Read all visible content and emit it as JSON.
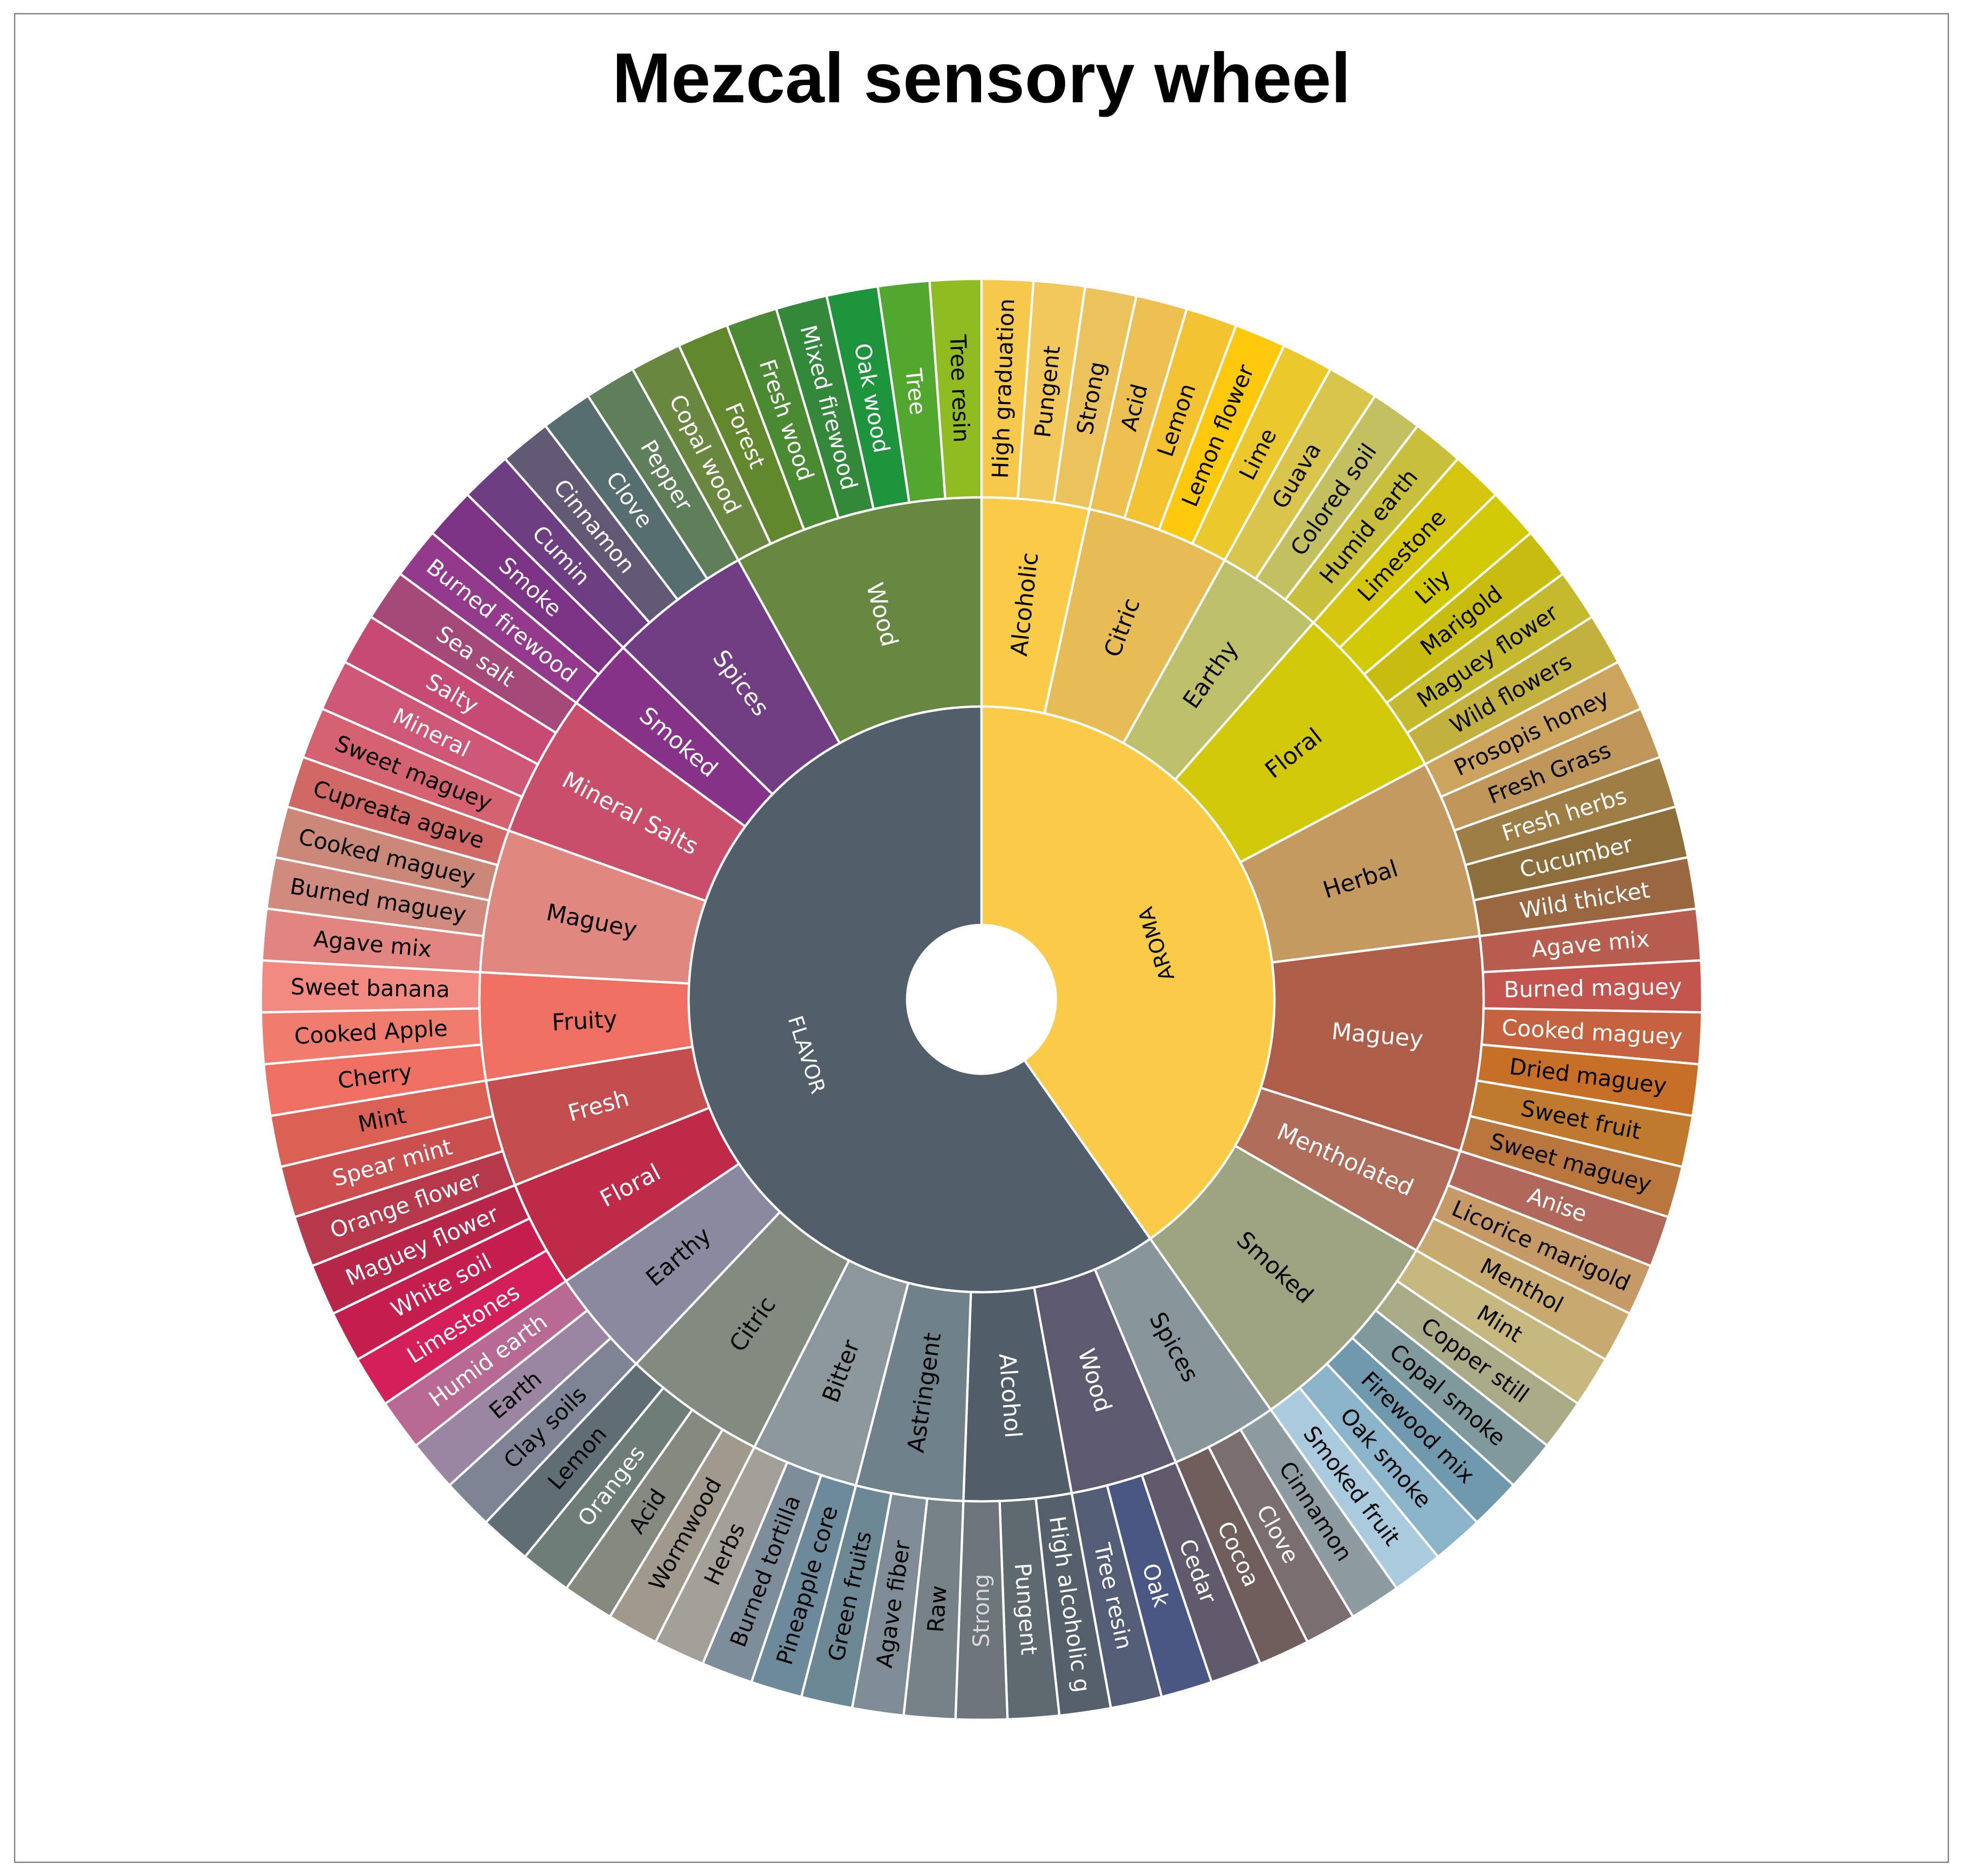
{
  "chart_data": {
    "type": "sunburst",
    "title": "Mezcal sensory wheel",
    "root": [
      {
        "name": "AROMA",
        "color": "#F9CB47",
        "text": "#000000",
        "children": [
          {
            "name": "Alcoholic",
            "color": "#F9CB47",
            "text": "#000000",
            "children": [
              {
                "name": "High graduation",
                "color": "#F6C94D",
                "text": "#000000"
              },
              {
                "name": "Pungent",
                "color": "#F2C85A",
                "text": "#000000"
              },
              {
                "name": "Strong",
                "color": "#EAC35C",
                "text": "#000000"
              }
            ]
          },
          {
            "name": "Citric",
            "color": "#E8BC55",
            "text": "#000000",
            "children": [
              {
                "name": "Acid",
                "color": "#EBBF50",
                "text": "#000000"
              },
              {
                "name": "Lemon",
                "color": "#F2C230",
                "text": "#000000"
              },
              {
                "name": "Lemon flower",
                "color": "#FFC90E",
                "text": "#000000"
              },
              {
                "name": "Lime",
                "color": "#EBC82C",
                "text": "#000000"
              }
            ]
          },
          {
            "name": "Earthy",
            "color": "#BEBF6B",
            "text": "#000000",
            "children": [
              {
                "name": "Guava",
                "color": "#D8C54B",
                "text": "#000000"
              },
              {
                "name": "Colored soil",
                "color": "#C2C060",
                "text": "#000000"
              },
              {
                "name": "Humid earth",
                "color": "#C8BF3A",
                "text": "#000000"
              }
            ]
          },
          {
            "name": "Floral",
            "color": "#D1C908",
            "text": "#000000",
            "children": [
              {
                "name": "Limestone",
                "color": "#D4C60C",
                "text": "#000000"
              },
              {
                "name": "Lily",
                "color": "#D1C905",
                "text": "#000000"
              },
              {
                "name": "Marigold",
                "color": "#C7BD10",
                "text": "#000000"
              },
              {
                "name": "Maguey flower",
                "color": "#C4BA2E",
                "text": "#000000"
              },
              {
                "name": "Wild flowers",
                "color": "#C2B13E",
                "text": "#000000"
              }
            ]
          },
          {
            "name": "Herbal",
            "color": "#C49A60",
            "text": "#000000",
            "children": [
              {
                "name": "Prosopis honey",
                "color": "#CBA45E",
                "text": "#000000"
              },
              {
                "name": "Fresh Grass",
                "color": "#BF9659",
                "text": "#000000"
              },
              {
                "name": "Fresh herbs",
                "color": "#9E7E44",
                "text": "#ffffff"
              },
              {
                "name": "Cucumber",
                "color": "#8C6F3A",
                "text": "#ffffff"
              },
              {
                "name": "Wild thicket",
                "color": "#9A6840",
                "text": "#ffffff"
              }
            ]
          },
          {
            "name": "Maguey",
            "color": "#AE5E48",
            "text": "#ffffff",
            "children": [
              {
                "name": "Agave mix",
                "color": "#B85E4E",
                "text": "#ffffff"
              },
              {
                "name": "Burned maguey",
                "color": "#C4554E",
                "text": "#ffffff"
              },
              {
                "name": "Cooked maguey",
                "color": "#C4633E",
                "text": "#ffffff"
              },
              {
                "name": "Dried maguey",
                "color": "#C76E27",
                "text": "#000000"
              },
              {
                "name": "Sweet fruit",
                "color": "#C07A2D",
                "text": "#000000"
              },
              {
                "name": "Sweet maguey",
                "color": "#B9773E",
                "text": "#000000"
              }
            ]
          },
          {
            "name": "Mentholated",
            "color": "#B06D5A",
            "text": "#ffffff",
            "children": [
              {
                "name": "Anise",
                "color": "#B0685A",
                "text": "#ffffff"
              },
              {
                "name": "Licorice marigold",
                "color": "#C59A66",
                "text": "#000000"
              },
              {
                "name": "Menthol",
                "color": "#C8AA6E",
                "text": "#000000"
              }
            ]
          },
          {
            "name": "Smoked",
            "color": "#9EA380",
            "text": "#000000",
            "children": [
              {
                "name": "Mint",
                "color": "#C6B87C",
                "text": "#000000"
              },
              {
                "name": "Copper still",
                "color": "#A8AB86",
                "text": "#000000"
              },
              {
                "name": "Copal smoke",
                "color": "#7E9A9C",
                "text": "#000000"
              },
              {
                "name": "Firewood mix",
                "color": "#6F9AAE",
                "text": "#000000"
              },
              {
                "name": "Oak smoke",
                "color": "#89B4C9",
                "text": "#000000"
              },
              {
                "name": "Smoked fruit",
                "color": "#A9CBDD",
                "text": "#000000"
              }
            ]
          }
        ]
      },
      {
        "name": "FLAVOR",
        "color": "#515F6B",
        "text": "#ffffff",
        "children": [
          {
            "name": "Spices",
            "color": "#87969A",
            "text": "#000000",
            "children": [
              {
                "name": "Cinnamon",
                "color": "#8D9CA1",
                "text": "#000000"
              },
              {
                "name": "Clove",
                "color": "#7A6E6E",
                "text": "#ffffff"
              },
              {
                "name": "Cocoa",
                "color": "#6F5E5C",
                "text": "#ffffff"
              }
            ]
          },
          {
            "name": "Wood",
            "color": "#5D5A6F",
            "text": "#ffffff",
            "children": [
              {
                "name": "Cedar",
                "color": "#5F5A6C",
                "text": "#ffffff"
              },
              {
                "name": "Oak",
                "color": "#4B5783",
                "text": "#ffffff"
              },
              {
                "name": "Tree resin",
                "color": "#535D75",
                "text": "#ffffff"
              }
            ]
          },
          {
            "name": "Alcohol",
            "color": "#515E69",
            "text": "#ffffff",
            "children": [
              {
                "name": "High alcoholic g",
                "color": "#55606A",
                "text": "#ffffff"
              },
              {
                "name": "Pungent",
                "color": "#5E6A70",
                "text": "#ffffff"
              },
              {
                "name": "Strong",
                "color": "#6B757A",
                "text": "#d8d8d8"
              }
            ]
          },
          {
            "name": "Astringent",
            "color": "#6F8189",
            "text": "#000000",
            "children": [
              {
                "name": "Raw",
                "color": "#778188",
                "text": "#000000"
              },
              {
                "name": "Agave fiber",
                "color": "#7E8C95",
                "text": "#000000"
              },
              {
                "name": "Green fruits",
                "color": "#6C8894",
                "text": "#000000"
              }
            ]
          },
          {
            "name": "Bitter",
            "color": "#8C979C",
            "text": "#000000",
            "children": [
              {
                "name": "Pineapple core",
                "color": "#6D8A9A",
                "text": "#000000"
              },
              {
                "name": "Burned tortilla",
                "color": "#7D8E9A",
                "text": "#000000"
              },
              {
                "name": "Herbs",
                "color": "#A19F98",
                "text": "#000000"
              }
            ]
          },
          {
            "name": "Citric",
            "color": "#838A80",
            "text": "#000000",
            "children": [
              {
                "name": "Wormwood",
                "color": "#A09A8E",
                "text": "#000000"
              },
              {
                "name": "Acid",
                "color": "#848A80",
                "text": "#000000"
              },
              {
                "name": "Oranges",
                "color": "#6E7D78",
                "text": "#ffffff"
              },
              {
                "name": "Lemon",
                "color": "#5E6E74",
                "text": "#000000"
              }
            ]
          },
          {
            "name": "Earthy",
            "color": "#8A8A9E",
            "text": "#000000",
            "children": [
              {
                "name": "Clay soils",
                "color": "#7D8595",
                "text": "#000000"
              },
              {
                "name": "Earth",
                "color": "#9A86A0",
                "text": "#000000"
              },
              {
                "name": "Humid earth",
                "color": "#B86A93",
                "text": "#ffffff"
              }
            ]
          },
          {
            "name": "Floral",
            "color": "#BE2A48",
            "text": "#ffffff",
            "children": [
              {
                "name": "Limestones",
                "color": "#D41F5B",
                "text": "#ffffff"
              },
              {
                "name": "White soil",
                "color": "#C61E4F",
                "text": "#ffffff"
              },
              {
                "name": "Maguey flower",
                "color": "#B8264A",
                "text": "#ffffff"
              }
            ]
          },
          {
            "name": "Fresh",
            "color": "#C24E4E",
            "text": "#ffffff",
            "children": [
              {
                "name": "Orange flower",
                "color": "#B5394B",
                "text": "#ffffff"
              },
              {
                "name": "Spear mint",
                "color": "#CA5050",
                "text": "#ffffff"
              },
              {
                "name": "Mint",
                "color": "#DC6155",
                "text": "#000000"
              }
            ]
          },
          {
            "name": "Fruity",
            "color": "#EE7060",
            "text": "#000000",
            "children": [
              {
                "name": "Cherry",
                "color": "#EE7062",
                "text": "#000000"
              },
              {
                "name": "Cooked Apple",
                "color": "#F07C6E",
                "text": "#000000"
              },
              {
                "name": "Sweet banana",
                "color": "#F28A82",
                "text": "#000000"
              }
            ]
          },
          {
            "name": "Maguey",
            "color": "#E08880",
            "text": "#000000",
            "children": [
              {
                "name": "Agave mix",
                "color": "#E08580",
                "text": "#000000"
              },
              {
                "name": "Burned maguey",
                "color": "#D08A7E",
                "text": "#000000"
              },
              {
                "name": "Cooked maguey",
                "color": "#C98878",
                "text": "#000000"
              },
              {
                "name": "Cupreata agave",
                "color": "#D06866",
                "text": "#000000"
              }
            ]
          },
          {
            "name": "Mineral Salts",
            "color": "#C84E6C",
            "text": "#ffffff",
            "children": [
              {
                "name": "Sweet maguey",
                "color": "#D56270",
                "text": "#000000"
              },
              {
                "name": "Mineral",
                "color": "#CE5676",
                "text": "#ffffff"
              },
              {
                "name": "Salty",
                "color": "#C74A74",
                "text": "#ffffff"
              },
              {
                "name": "Sea salt",
                "color": "#A54978",
                "text": "#ffffff"
              }
            ]
          },
          {
            "name": "Smoked",
            "color": "#88338A",
            "text": "#ffffff",
            "children": [
              {
                "name": "Burned firewood",
                "color": "#943A8C",
                "text": "#ffffff"
              },
              {
                "name": "Smoke",
                "color": "#7D3385",
                "text": "#ffffff"
              }
            ]
          },
          {
            "name": "Spices",
            "color": "#713D83",
            "text": "#ffffff",
            "children": [
              {
                "name": "Cumin",
                "color": "#6D3F82",
                "text": "#ffffff"
              },
              {
                "name": "Cinnamon",
                "color": "#625A75",
                "text": "#ffffff"
              },
              {
                "name": "Clove",
                "color": "#566E6E",
                "text": "#ffffff"
              },
              {
                "name": "Pepper",
                "color": "#5E7F59",
                "text": "#ffffff"
              }
            ]
          },
          {
            "name": "Wood",
            "color": "#668840",
            "text": "#ffffff",
            "children": [
              {
                "name": "Copal wood",
                "color": "#6A8840",
                "text": "#ffffff"
              },
              {
                "name": "Forest",
                "color": "#62882E",
                "text": "#ffffff"
              },
              {
                "name": "Fresh wood",
                "color": "#4A8A32",
                "text": "#ffffff"
              },
              {
                "name": "Mixed firewood",
                "color": "#33883A",
                "text": "#ffffff"
              },
              {
                "name": "Oak wood",
                "color": "#1E943C",
                "text": "#ffffff"
              },
              {
                "name": "Tree",
                "color": "#52A82E",
                "text": "#ffffff"
              },
              {
                "name": "Tree resin",
                "color": "#90BC22",
                "text": "#000000"
              }
            ]
          }
        ]
      }
    ]
  }
}
